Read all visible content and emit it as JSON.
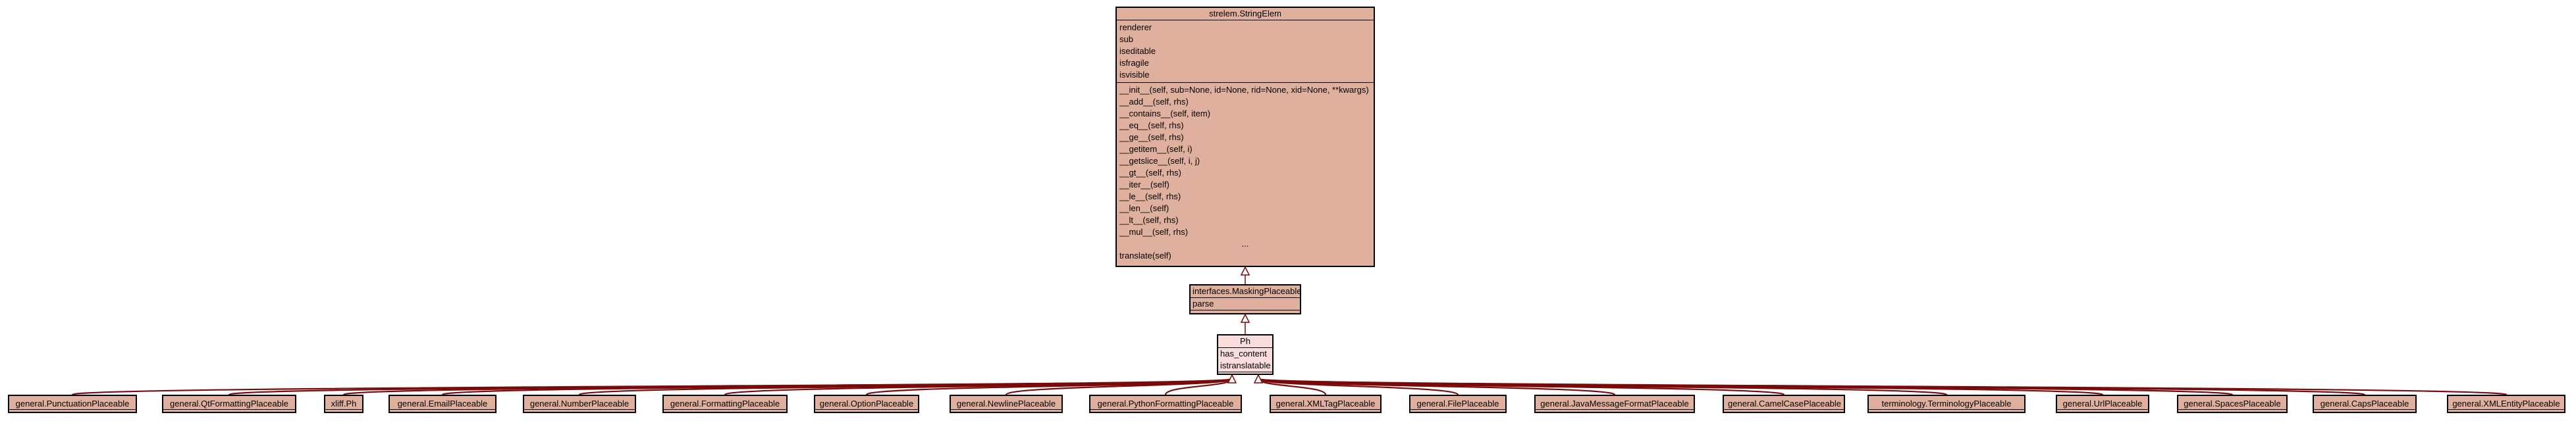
{
  "colors": {
    "class_fill": "#e0b09f",
    "focus_fill": "#f9dcdc",
    "edge": "#7a0a0a"
  },
  "root_class": {
    "name": "strelem.StringElem",
    "attributes": [
      "renderer",
      "sub",
      "iseditable",
      "isfragile",
      "isvisible"
    ],
    "methods": [
      "__init__(self, sub=None, id=None, rid=None, xid=None, **kwargs)",
      "__add__(self, rhs)",
      "__contains__(self, item)",
      "__eq__(self, rhs)",
      "__ge__(self, rhs)",
      "__getitem__(self, i)",
      "__getslice__(self, i, j)",
      "__gt__(self, rhs)",
      "__iter__(self)",
      "__le__(self, rhs)",
      "__len__(self)",
      "__lt__(self, rhs)",
      "__mul__(self, rhs)",
      "...",
      "translate(self)"
    ]
  },
  "mid_class": {
    "name": "interfaces.MaskingPlaceable",
    "attributes": [
      "parse"
    ]
  },
  "focus_class": {
    "name": "Ph",
    "attributes": [
      "has_content",
      "istranslatable"
    ]
  },
  "subclasses": [
    "general.PunctuationPlaceable",
    "general.QtFormattingPlaceable",
    "xliff.Ph",
    "general.EmailPlaceable",
    "general.NumberPlaceable",
    "general.FormattingPlaceable",
    "general.OptionPlaceable",
    "general.NewlinePlaceable",
    "general.PythonFormattingPlaceable",
    "general.XMLTagPlaceable",
    "general.FilePlaceable",
    "general.JavaMessageFormatPlaceable",
    "general.CamelCasePlaceable",
    "terminology.TerminologyPlaceable",
    "general.UrlPlaceable",
    "general.SpacesPlaceable",
    "general.CapsPlaceable",
    "general.XMLEntityPlaceable"
  ]
}
